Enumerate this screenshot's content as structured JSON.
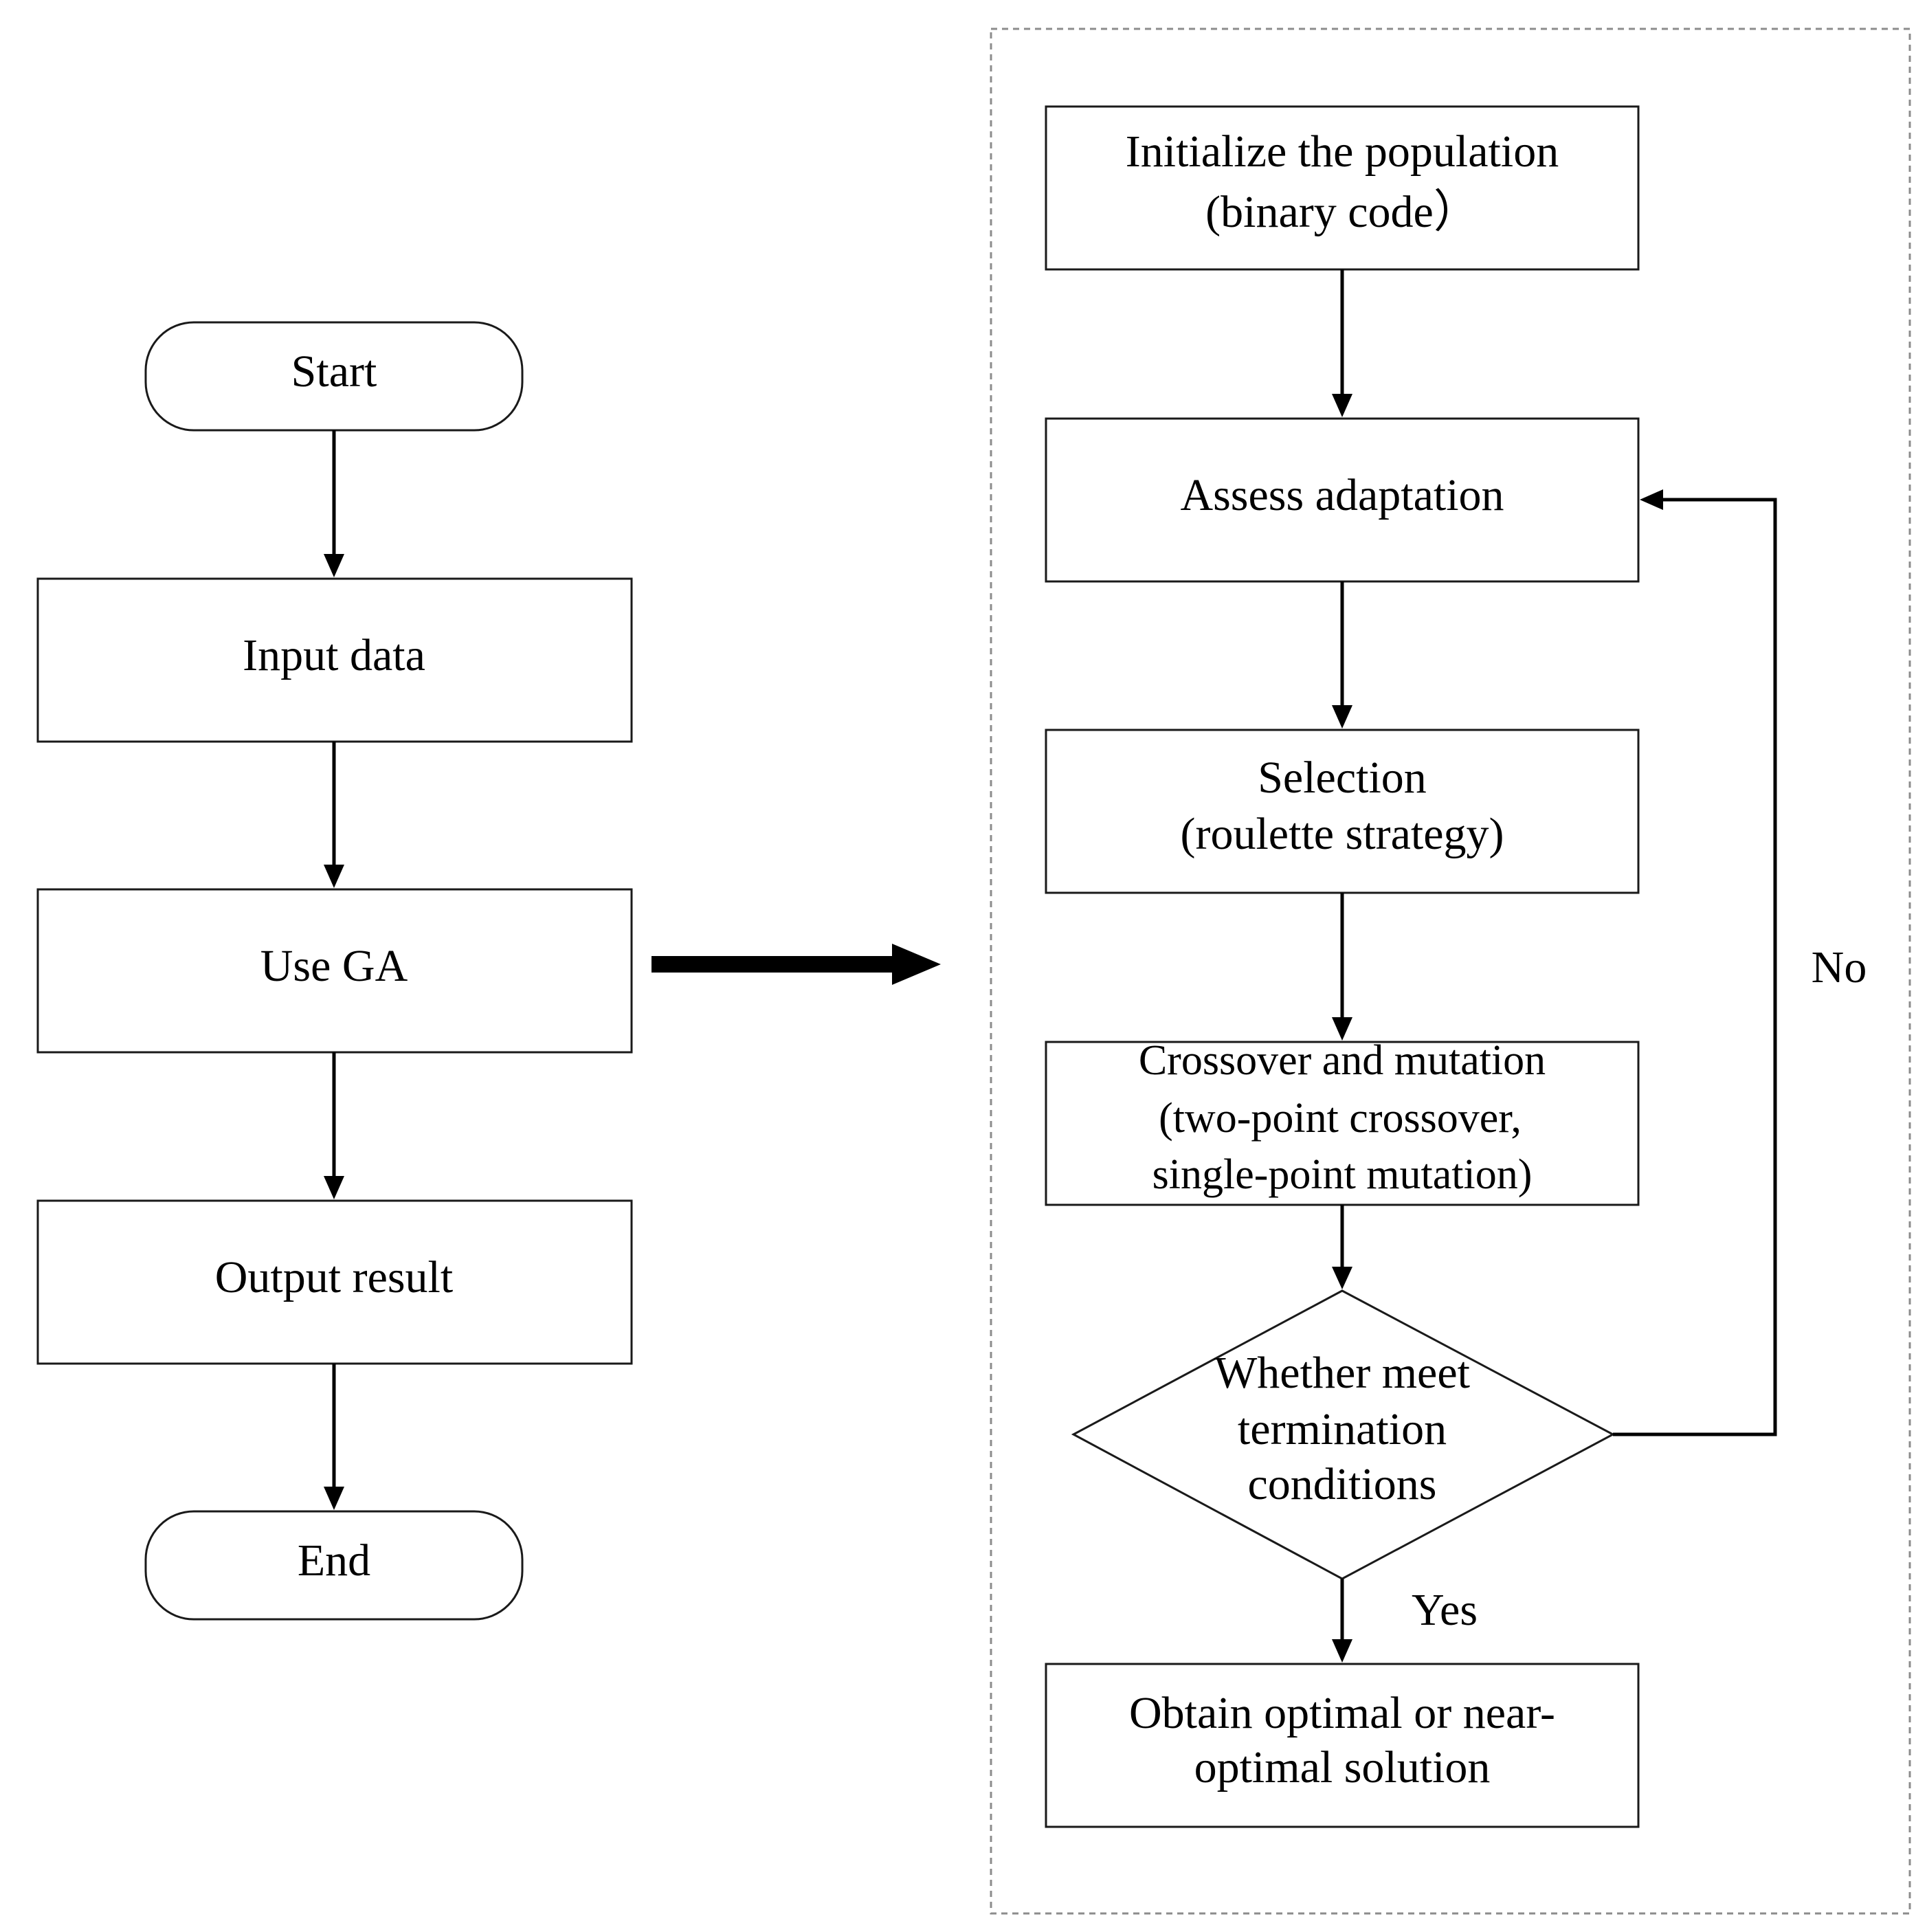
{
  "left_flow": {
    "start": "Start",
    "input_data": "Input data",
    "use_ga": "Use GA",
    "output_result": "Output result",
    "end": "End"
  },
  "ga_detail": {
    "initialize": [
      "Initialize the population",
      "(binary code）"
    ],
    "assess": "Assess adaptation",
    "selection": [
      "Selection",
      "(roulette  strategy)"
    ],
    "crossover": [
      "Crossover and mutation",
      "(two-point crossover,",
      "single-point mutation)"
    ],
    "decision": [
      "Whether meet",
      "termination",
      "conditions"
    ],
    "no_label": "No",
    "yes_label": "Yes",
    "result": [
      "Obtain optimal or near-",
      "optimal solution"
    ]
  }
}
